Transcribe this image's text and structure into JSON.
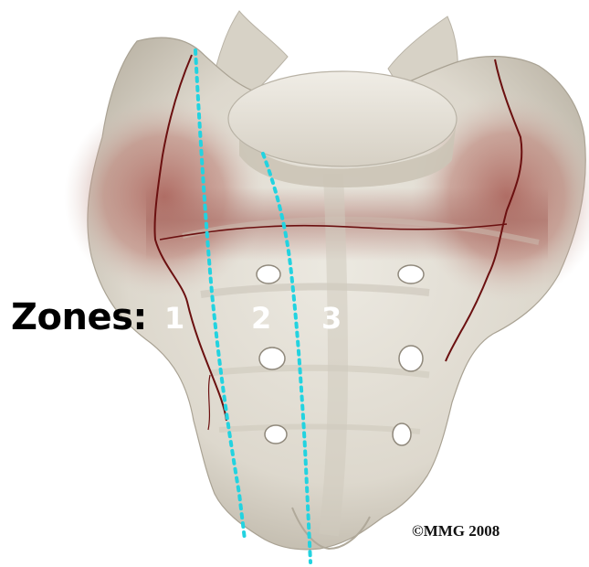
{
  "labels": {
    "zones_title": "Zones:",
    "zone_1": "1",
    "zone_2": "2",
    "zone_3": "3"
  },
  "copyright": "©MMG 2008",
  "colors": {
    "bone": "#e4e0d6",
    "bone_shadow": "#b9b3a6",
    "inflamed": "#a85a52",
    "fracture_line": "#6b1010",
    "zone_divider": "#22d3e0",
    "label_text": "#ffffff"
  },
  "illustration": {
    "subject": "sacrum-posterior-view",
    "zone_dividers": 2,
    "fracture_lines": 4
  }
}
